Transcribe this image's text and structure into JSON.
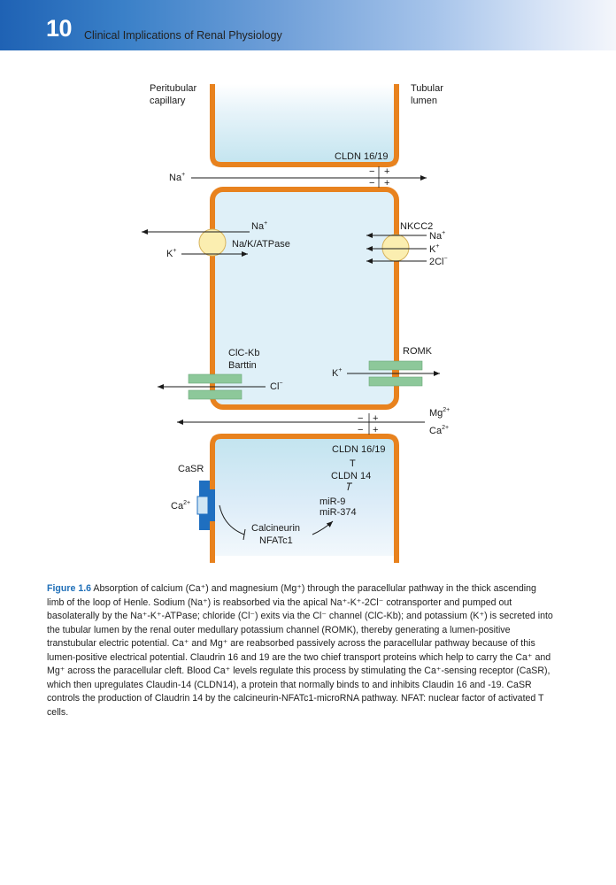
{
  "header": {
    "chapter_number": "10",
    "chapter_title": "Clinical Implications of Renal Physiology"
  },
  "diagram": {
    "peritubular_1": "Peritubular",
    "peritubular_2": "capillary",
    "tubular_1": "Tubular",
    "tubular_2": "lumen",
    "cldn_top": "CLDN 16/19",
    "na_para": "Na",
    "na_atpase": "Na",
    "na_k_atpase": "Na/K/ATPase",
    "k_atpase": "K",
    "nkcc2": "NKCC2",
    "nkcc_na": "Na",
    "nkcc_k": "K",
    "nkcc_cl": "2Cl",
    "clckb_1": "ClC-Kb",
    "clckb_2": "Barttin",
    "cl_out": "Cl",
    "romk": "ROMK",
    "k_romk": "K",
    "mg": "Mg",
    "ca_para": "Ca",
    "cldn_bottom": "CLDN 16/19",
    "inhibit_T": "T",
    "cldn14": "CLDN 14",
    "casr": "CaSR",
    "ca_receptor": "Ca",
    "mir9": "miR-9",
    "mir374": "miR-374",
    "calcineurin": "Calcineurin",
    "nfatc1": "NFATc1",
    "sup_plus": "+",
    "sup_minus": "−",
    "sup_2plus": "2+",
    "minus_sign": "−",
    "plus_sign": "+"
  },
  "caption": {
    "label": "Figure 1.6",
    "text": "Absorption of calcium (Ca⁺) and magnesium (Mg⁺) through the paracellular pathway in the thick ascending limb of the loop of Henle. Sodium (Na⁺) is reabsorbed via the apical Na⁺-K⁺-2Cl⁻ cotransporter and pumped out basolaterally by the Na⁺-K⁺-ATPase; chloride (Cl⁻) exits via the Cl⁻ channel (ClC-Kb); and potassium (K⁺) is secreted into the tubular lumen by the renal outer medullary potassium channel (ROMK), thereby generating a lumen-positive transtubular electric potential. Ca⁺ and Mg⁺ are reabsorbed passively across the paracellular pathway because of this lumen-positive electrical potential. Claudrin 16 and 19 are the two chief transport proteins which help to carry the Ca⁺ and Mg⁺ across the paracellular cleft. Blood Ca⁺ levels regulate this process by stimulating the Ca⁺-sensing receptor (CaSR), which then upregulates Claudin-14 (CLDN14), a protein that normally binds to and inhibits Claudin 16 and -19. CaSR controls the production of Claudrin 14 by the calcineurin-NFATc1-microRNA pathway. NFAT: nuclear factor of activated T cells."
  },
  "colors": {
    "membrane": "#e8821e",
    "cell_fill": "#dff0f8",
    "cell_fill_top": "#c4e6f0",
    "channel": "#8dc89a",
    "atpase": "#fbeeb0",
    "casr": "#1f6fc0",
    "accent": "#1f6fb8"
  }
}
